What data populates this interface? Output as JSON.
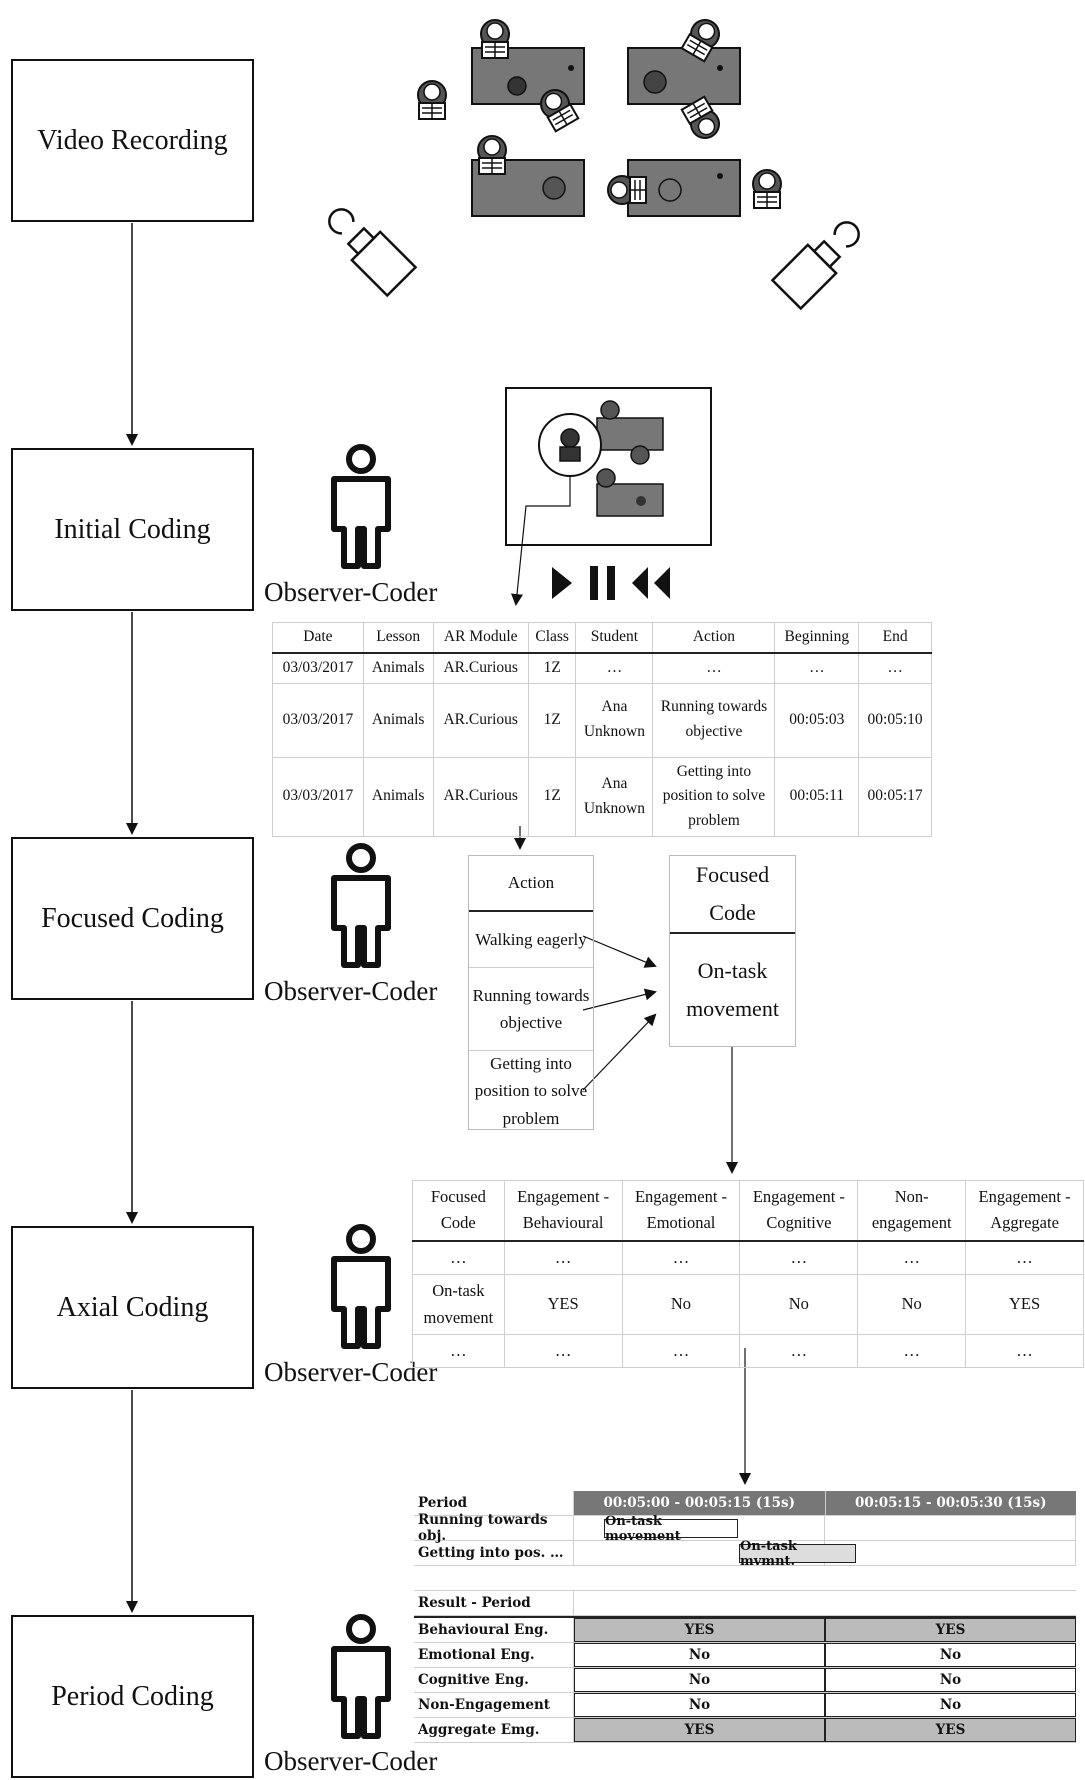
{
  "stages": [
    "Video Recording",
    "Initial Coding",
    "Focused Coding",
    "Axial Coding",
    "Period Coding"
  ],
  "observer_label": "Observer-Coder",
  "initial_table": {
    "headers": [
      "Date",
      "Lesson",
      "AR Module",
      "Class",
      "Student",
      "Action",
      "Beginning",
      "End"
    ],
    "rows": [
      [
        "03/03/2017",
        "Animals",
        "AR.Curious",
        "1Z",
        "…",
        "…",
        "…",
        "…"
      ],
      [
        "03/03/2017",
        "Animals",
        "AR.Curious",
        "1Z",
        "Ana Unknown",
        "Running towards objective",
        "00:05:03",
        "00:05:10"
      ],
      [
        "03/03/2017",
        "Animals",
        "AR.Curious",
        "1Z",
        "Ana Unknown",
        "Getting into position to solve problem",
        "00:05:11",
        "00:05:17"
      ]
    ]
  },
  "action_box": {
    "header": "Action",
    "items": [
      "Walking eagerly",
      "Running towards objective",
      "Getting into position to solve problem"
    ]
  },
  "focused_code_box": {
    "header": "Focused Code",
    "value": "On-task movement"
  },
  "axial_table": {
    "headers": [
      "Focused Code",
      "Engagement - Behavioural",
      "Engagement - Emotional",
      "Engagement - Cognitive",
      "Non-engagement",
      "Engagement - Aggregate"
    ],
    "rows": [
      [
        "…",
        "…",
        "…",
        "…",
        "…",
        "…"
      ],
      [
        "On-task movement",
        "YES",
        "No",
        "No",
        "No",
        "YES"
      ],
      [
        "…",
        "…",
        "…",
        "…",
        "…",
        "…"
      ]
    ]
  },
  "period_table": {
    "period_label": "Period",
    "periods": [
      "00:05:00 - 00:05:15 (15s)",
      "00:05:15 - 00:05:30 (15s)"
    ],
    "activity_rows": [
      {
        "label": "Running towards obj.",
        "bar": "On-task movement"
      },
      {
        "label": "Getting into pos. …",
        "bar": "On-task mvmnt."
      }
    ],
    "result_label": "Result - Period",
    "results": [
      {
        "label": "Behavioural Eng.",
        "values": [
          "YES",
          "YES"
        ],
        "highlight": true
      },
      {
        "label": "Emotional Eng.",
        "values": [
          "No",
          "No"
        ],
        "highlight": false
      },
      {
        "label": "Cognitive Eng.",
        "values": [
          "No",
          "No"
        ],
        "highlight": false
      },
      {
        "label": "Non-Engagement",
        "values": [
          "No",
          "No"
        ],
        "highlight": false
      },
      {
        "label": "Aggregate Emg.",
        "values": [
          "YES",
          "YES"
        ],
        "highlight": true
      }
    ]
  },
  "colors": {
    "desk": "#777777",
    "header_dark": "#777777",
    "highlight": "#bbbbbb",
    "line": "#111111"
  },
  "icons": [
    "person-icon",
    "camera-icon",
    "play-icon",
    "pause-icon",
    "rewind-icon"
  ]
}
